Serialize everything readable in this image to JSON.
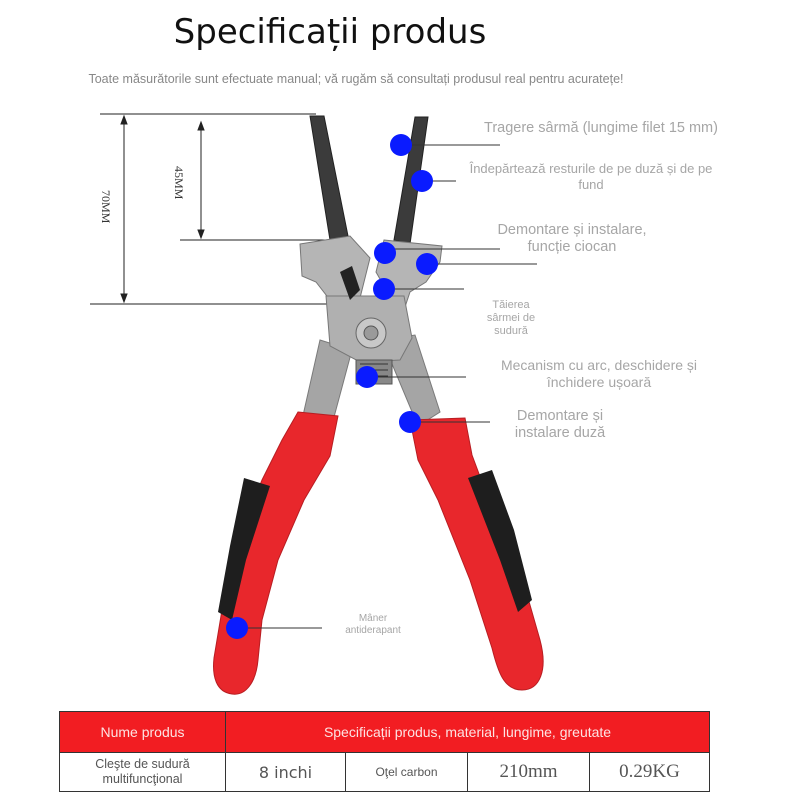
{
  "page": {
    "title": "Specificații produs",
    "subtitle": "Toate măsurătorile sunt efectuate manual; vă rugăm să consultați produsul real pentru acuratețe!"
  },
  "dimensions": {
    "d45": "45MM",
    "d70": "70MM"
  },
  "labels": [
    "Tragere sârmă (lungime filet 15 mm)",
    "Îndepărtează resturile de pe duză și de pe fund",
    "Demontare și instalare, funcție ciocan",
    "Tăierea sârmei de sudură",
    "Mecanism cu arc, deschidere și închidere ușoară",
    "Demontare și instalare duză",
    "Mâner antiderapant"
  ],
  "table": {
    "header": {
      "name": "Nume produs",
      "spec": "Specificații produs, material, lungime, greutate"
    },
    "row": {
      "name": "Cleşte de sudură multifuncţional",
      "length": "8 inchi",
      "material": "Oţel carbon",
      "length_mm": "210mm",
      "weight": "0.29KG"
    }
  },
  "colors": {
    "marker": "#0a1bff",
    "handle": "#e8272c",
    "table_header": "#f21d22",
    "metal": "#a7a7a7"
  }
}
